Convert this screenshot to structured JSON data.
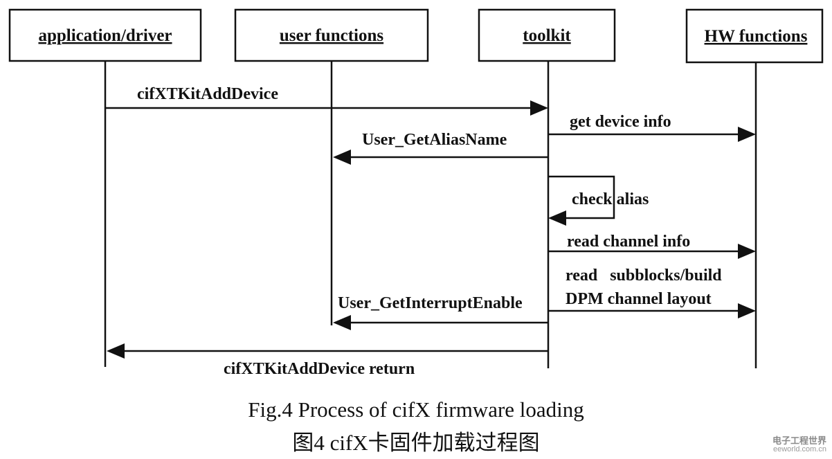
{
  "lifelines": [
    {
      "id": "app",
      "title": "application/driver"
    },
    {
      "id": "user",
      "title": "user functions"
    },
    {
      "id": "toolkit",
      "title": "toolkit"
    },
    {
      "id": "hw",
      "title": "HW functions"
    }
  ],
  "messages": [
    {
      "label": "cifXTKitAddDevice"
    },
    {
      "label": "get device info"
    },
    {
      "label": "User_GetAliasName"
    },
    {
      "label": "check alias"
    },
    {
      "label": "read channel info"
    },
    {
      "label": "read   subblocks/build"
    },
    {
      "label": "DPM channel layout"
    },
    {
      "label": "User_GetInterruptEnable"
    },
    {
      "label": "cifXTKitAddDevice return"
    }
  ],
  "caption": {
    "english": "Fig.4 Process of cifX firmware loading",
    "chinese": "图4 cifX卡固件加载过程图"
  },
  "watermark": {
    "brand": "电子工程世界",
    "site": "eeworld.com.cn"
  }
}
